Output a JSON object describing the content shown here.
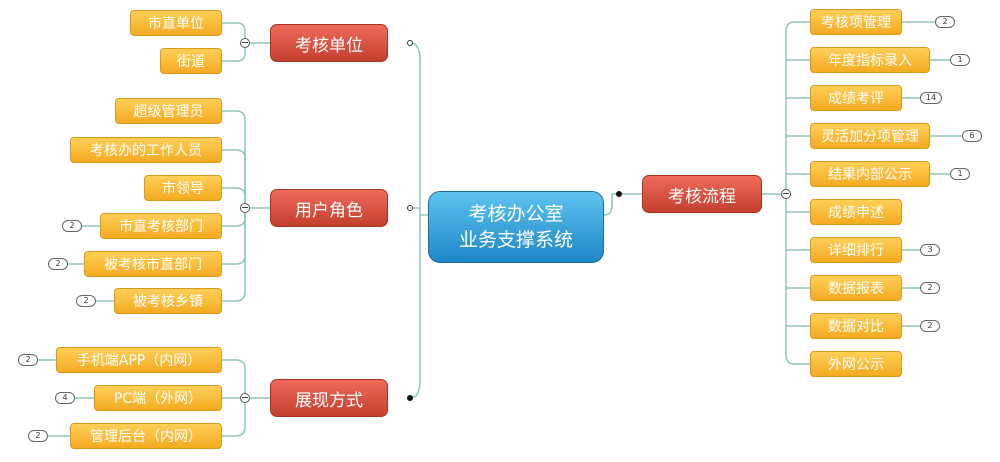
{
  "center": {
    "line1": "考核办公室",
    "line2": "业务支撑系统"
  },
  "branches": {
    "units": {
      "label": "考核单位",
      "items": [
        {
          "label": "市直单位"
        },
        {
          "label": "街道"
        }
      ]
    },
    "roles": {
      "label": "用户角色",
      "items": [
        {
          "label": "超级管理员"
        },
        {
          "label": "考核办的工作人员"
        },
        {
          "label": "市领导"
        },
        {
          "label": "市直考核部门",
          "count": "2"
        },
        {
          "label": "被考核市直部门",
          "count": "2"
        },
        {
          "label": "被考核乡镇",
          "count": "2"
        }
      ]
    },
    "display": {
      "label": "展现方式",
      "items": [
        {
          "label": "手机端APP（内网）",
          "count": "2"
        },
        {
          "label": "PC端（外网）",
          "count": "4"
        },
        {
          "label": "管理后台（内网）",
          "count": "2"
        }
      ]
    },
    "process": {
      "label": "考核流程",
      "items": [
        {
          "label": "考核项管理",
          "count": "2"
        },
        {
          "label": "年度指标录入",
          "count": "1"
        },
        {
          "label": "成绩考评",
          "count": "14"
        },
        {
          "label": "灵活加分项管理",
          "count": "6"
        },
        {
          "label": "结果内部公示",
          "count": "1"
        },
        {
          "label": "成绩申述"
        },
        {
          "label": "详细排行",
          "count": "3"
        },
        {
          "label": "数据报表",
          "count": "2"
        },
        {
          "label": "数据对比",
          "count": "2"
        },
        {
          "label": "外网公示"
        }
      ]
    }
  },
  "colors": {
    "center": "#2a95d3",
    "branch": "#d9503f",
    "leaf": "#f9b932",
    "connector": "#8fc9b0"
  }
}
